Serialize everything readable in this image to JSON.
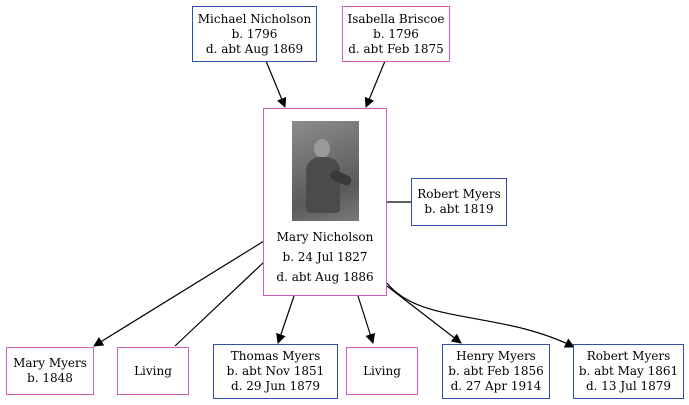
{
  "parents": {
    "father": {
      "name": "Michael Nicholson",
      "birth": "b. 1796",
      "death": "d. abt Aug 1869"
    },
    "mother": {
      "name": "Isabella Briscoe",
      "birth": "b. 1796",
      "death": "d. abt Feb 1875"
    }
  },
  "focus": {
    "name": "Mary Nicholson",
    "birth": "b. 24 Jul 1827",
    "death": "d. abt Aug 1886",
    "photo": "portrait-photo"
  },
  "spouse": {
    "name": "Robert Myers",
    "birth": "b. abt 1819"
  },
  "children": [
    {
      "name": "Mary Myers",
      "birth": "b. 1848"
    },
    {
      "name": "Living"
    },
    {
      "name": "Thomas Myers",
      "birth": "b. abt Nov 1851",
      "death": "d. 29 Jun 1879"
    },
    {
      "name": "Living"
    },
    {
      "name": "Henry Myers",
      "birth": "b. abt Feb 1856",
      "death": "d. 27 Apr 1914"
    },
    {
      "name": "Robert Myers",
      "birth": "b. abt May 1861",
      "death": "d. 13 Jul 1879"
    }
  ],
  "colors": {
    "male_border": "#2f4fa8",
    "female_border": "#d05fb5",
    "edge": "#000000"
  }
}
